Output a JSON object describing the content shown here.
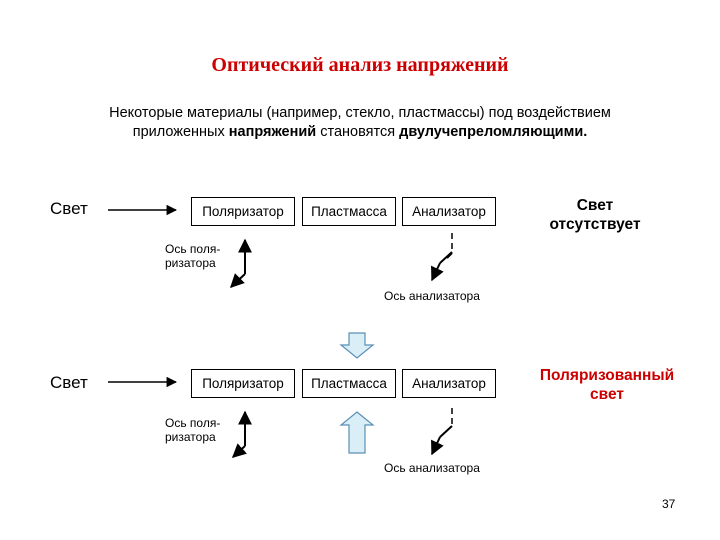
{
  "title": "Оптический анализ напряжений",
  "intro": {
    "line1": "Некоторые материалы (например, стекло, пластмассы) под воздействием",
    "line2_part1": "приложенных ",
    "line2_bold1": "напряжений",
    "line2_part2": " становятся  ",
    "line2_bold2": "двулучепреломляющими."
  },
  "rows": [
    {
      "light_label": "Свет",
      "polarizer": "Поляризатор",
      "plastic": "Пластмасса",
      "analyzer": "Анализатор",
      "polarizer_axis_line1": "Ось поля-",
      "polarizer_axis_line2": "ризатора",
      "analyzer_axis": "Ось анализатора",
      "result_line1": "Свет",
      "result_line2": "отсутствует"
    },
    {
      "light_label": "Свет",
      "polarizer": "Поляризатор",
      "plastic": "Пластмасса",
      "analyzer": "Анализатор",
      "polarizer_axis_line1": "Ось поля-",
      "polarizer_axis_line2": "ризатора",
      "analyzer_axis": "Ось анализатора",
      "result_line1": "Поляризованный",
      "result_line2": "свет"
    }
  ],
  "colors": {
    "title": "#cc0000",
    "result_polarized": "#cc0000",
    "arrow_fill": "#d9eef7",
    "arrow_stroke": "#5a8fb4"
  },
  "page_number": "37"
}
